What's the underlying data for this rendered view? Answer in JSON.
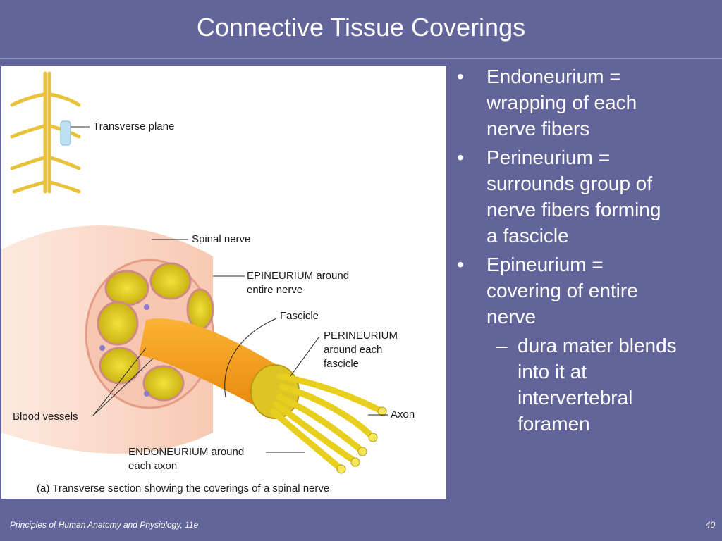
{
  "title": "Connective Tissue Coverings",
  "figure": {
    "labels": {
      "transverse_plane": "Transverse plane",
      "spinal_nerve": "Spinal nerve",
      "epineurium_1": "EPINEURIUM around",
      "epineurium_2": "entire nerve",
      "fascicle": "Fascicle",
      "perineurium_1": "PERINEURIUM",
      "perineurium_2": "around each",
      "perineurium_3": "fascicle",
      "blood_vessels": "Blood vessels",
      "axon": "Axon",
      "endoneurium_1": "ENDONEURIUM around",
      "endoneurium_2": "each axon"
    },
    "caption": "(a) Transverse section showing the coverings of a spinal nerve"
  },
  "bullets": [
    {
      "text": "Endoneurium = wrapping of each nerve fibers"
    },
    {
      "text": "Perineurium = surrounds group of nerve fibers forming     a fascicle"
    },
    {
      "text": "Epineurium = covering of entire nerve"
    }
  ],
  "sub_bullet": {
    "text": "dura mater blends into it at intervertebral foramen"
  },
  "bullet_marker": "•",
  "sub_marker": "–",
  "footer": {
    "book": "Principles of Human Anatomy and Physiology, 11e",
    "page": "40"
  }
}
